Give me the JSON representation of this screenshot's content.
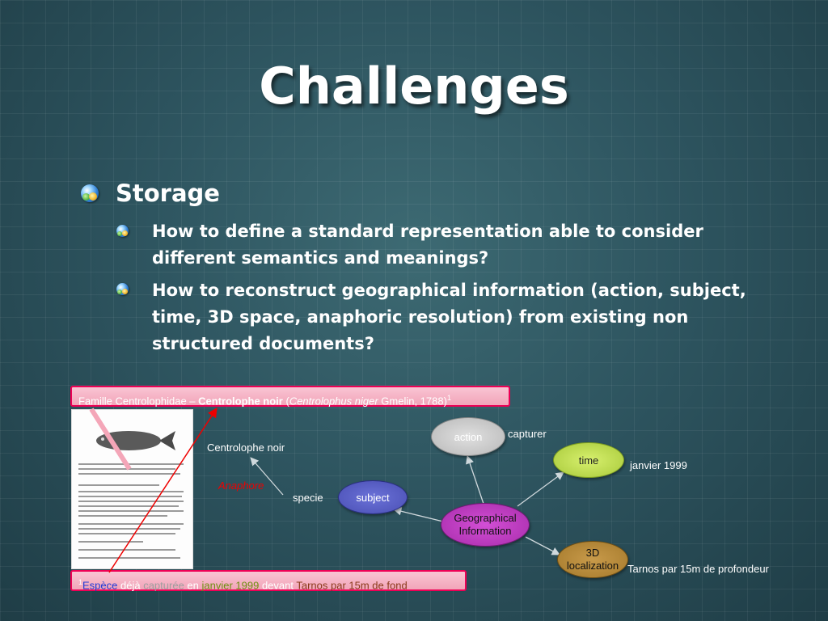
{
  "slide": {
    "title": "Challenges",
    "bullets": {
      "level1": "Storage",
      "level2": [
        "How to define a standard representation able to consider different semantics and meanings?",
        "How to reconstruct geographical information (action, subject, time, 3D space, anaphoric resolution) from existing non structured documents?"
      ]
    }
  },
  "figure": {
    "caption_top": {
      "prefix": "Famille Centrolophidae – ",
      "bold": "Centrolophe noir",
      "open": " (",
      "italic": "Centrolophus niger",
      "rest": " Gmelin, 1788)",
      "superscript": "1"
    },
    "caption_bottom": {
      "superscript": "1",
      "words": [
        {
          "text": "Espèce",
          "color": "#1f3bd6"
        },
        {
          "text": " déjà",
          "color": "#ffffff"
        },
        {
          "text": " capturée",
          "color": "#9e9e9e"
        },
        {
          "text": " en",
          "color": "#ffffff"
        },
        {
          "text": " janvier 1999",
          "color": "#6f8f12"
        },
        {
          "text": " devant",
          "color": "#ffffff"
        },
        {
          "text": " Tarnos par 15m de fond",
          "color": "#8a3a1a"
        }
      ]
    },
    "nodes": {
      "action": "action",
      "time": "time",
      "subject": "subject",
      "geo": "Geographical Information",
      "localization_line1": "3D",
      "localization_line2": "localization"
    },
    "labels": {
      "capturer": "capturer",
      "janvier": "janvier 1999",
      "tarnos": "Tarnos par 15m de profondeur",
      "centrolophe": "Centrolophe noir",
      "specie": "specie",
      "anaphore": "Anaphore"
    }
  },
  "colors": {
    "accent_red": "#e00000",
    "caption_border": "#ee0055"
  }
}
